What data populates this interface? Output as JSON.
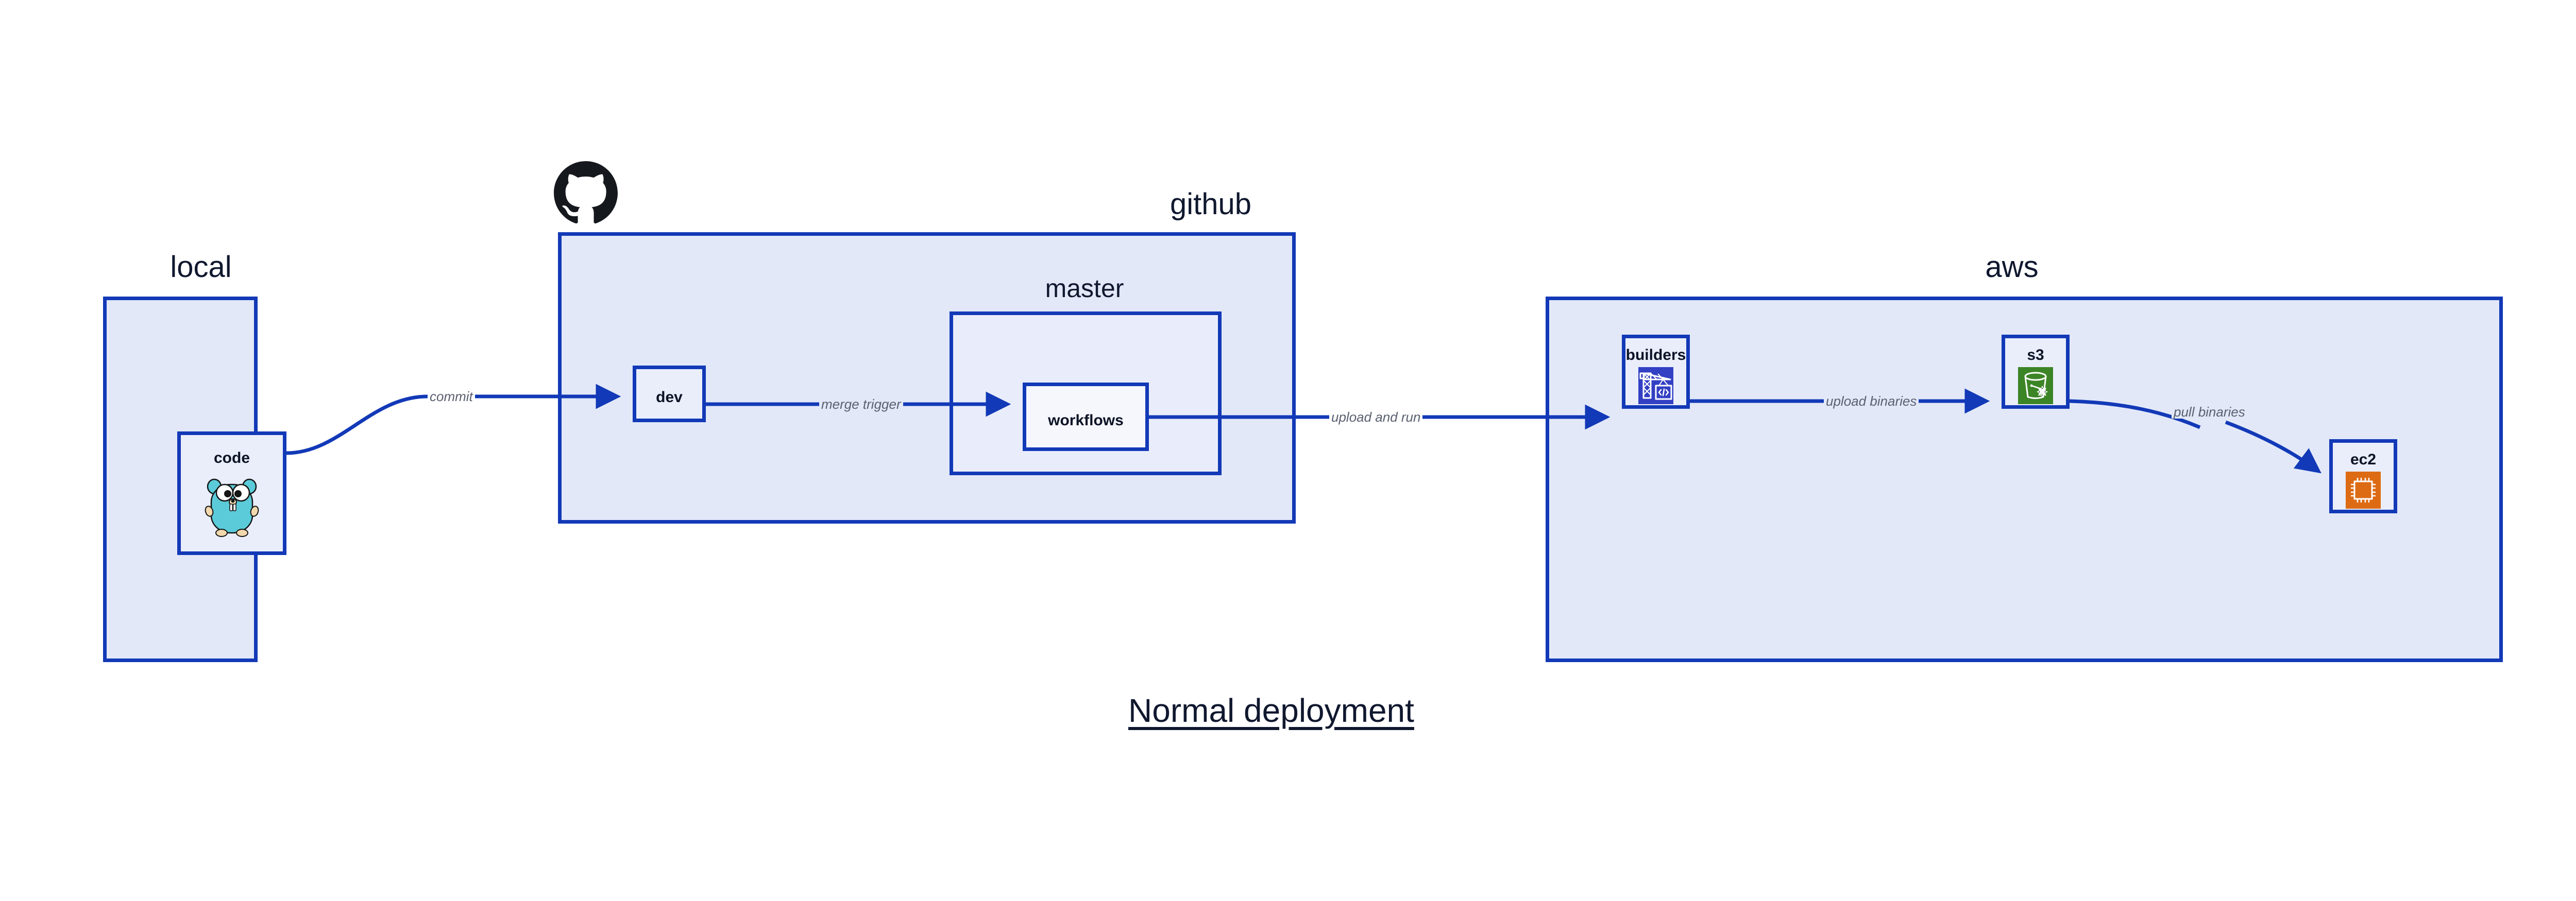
{
  "title": "Normal deployment",
  "colors": {
    "edge": "#1239b7",
    "group_border": "#1239b7",
    "group_fill": "#e2e8f8",
    "group_fill_light": "#e9edfb",
    "node_fill": "#eaeefb",
    "node_fill_white": "#f6f7fd",
    "label_text": "#10182f",
    "edge_label_text": "#5a6070",
    "github_logo": "#15181d",
    "gopher_body": "#5bcbd9",
    "gopher_outline": "#151515",
    "builders_icon_bg": "#3340c4",
    "s3_icon_bg": "#3c8527",
    "ec2_icon_bg": "#dd6b14",
    "icon_glyph": "#ffffff"
  },
  "groups": [
    {
      "id": "local",
      "label": "local"
    },
    {
      "id": "github",
      "label": "github"
    },
    {
      "id": "master",
      "label": "master"
    },
    {
      "id": "aws",
      "label": "aws"
    }
  ],
  "nodes": [
    {
      "id": "code",
      "label": "code",
      "icon": "go-gopher-icon",
      "group": "local"
    },
    {
      "id": "dev",
      "label": "dev",
      "icon": null,
      "group": "github"
    },
    {
      "id": "workflows",
      "label": "workflows",
      "icon": null,
      "group": "master"
    },
    {
      "id": "builders",
      "label": "builders",
      "icon": "aws-codebuild-crane-icon",
      "group": "aws"
    },
    {
      "id": "s3",
      "label": "s3",
      "icon": "aws-s3-bucket-icon",
      "group": "aws"
    },
    {
      "id": "ec2",
      "label": "ec2",
      "icon": "aws-ec2-chip-icon",
      "group": "aws"
    }
  ],
  "edges": [
    {
      "id": "commit",
      "label": "commit",
      "from": "code",
      "to": "dev"
    },
    {
      "id": "merge-trigger",
      "label": "merge trigger",
      "from": "dev",
      "to": "workflows"
    },
    {
      "id": "upload-and-run",
      "label": "upload and run",
      "from": "workflows",
      "to": "builders"
    },
    {
      "id": "upload-binaries",
      "label": "upload binaries",
      "from": "builders",
      "to": "s3"
    },
    {
      "id": "pull-binaries",
      "label": "pull binaries",
      "from": "s3",
      "to": "ec2"
    }
  ],
  "logos": [
    {
      "id": "github-logo",
      "name": "github-octocat-logo",
      "group": "github"
    }
  ]
}
